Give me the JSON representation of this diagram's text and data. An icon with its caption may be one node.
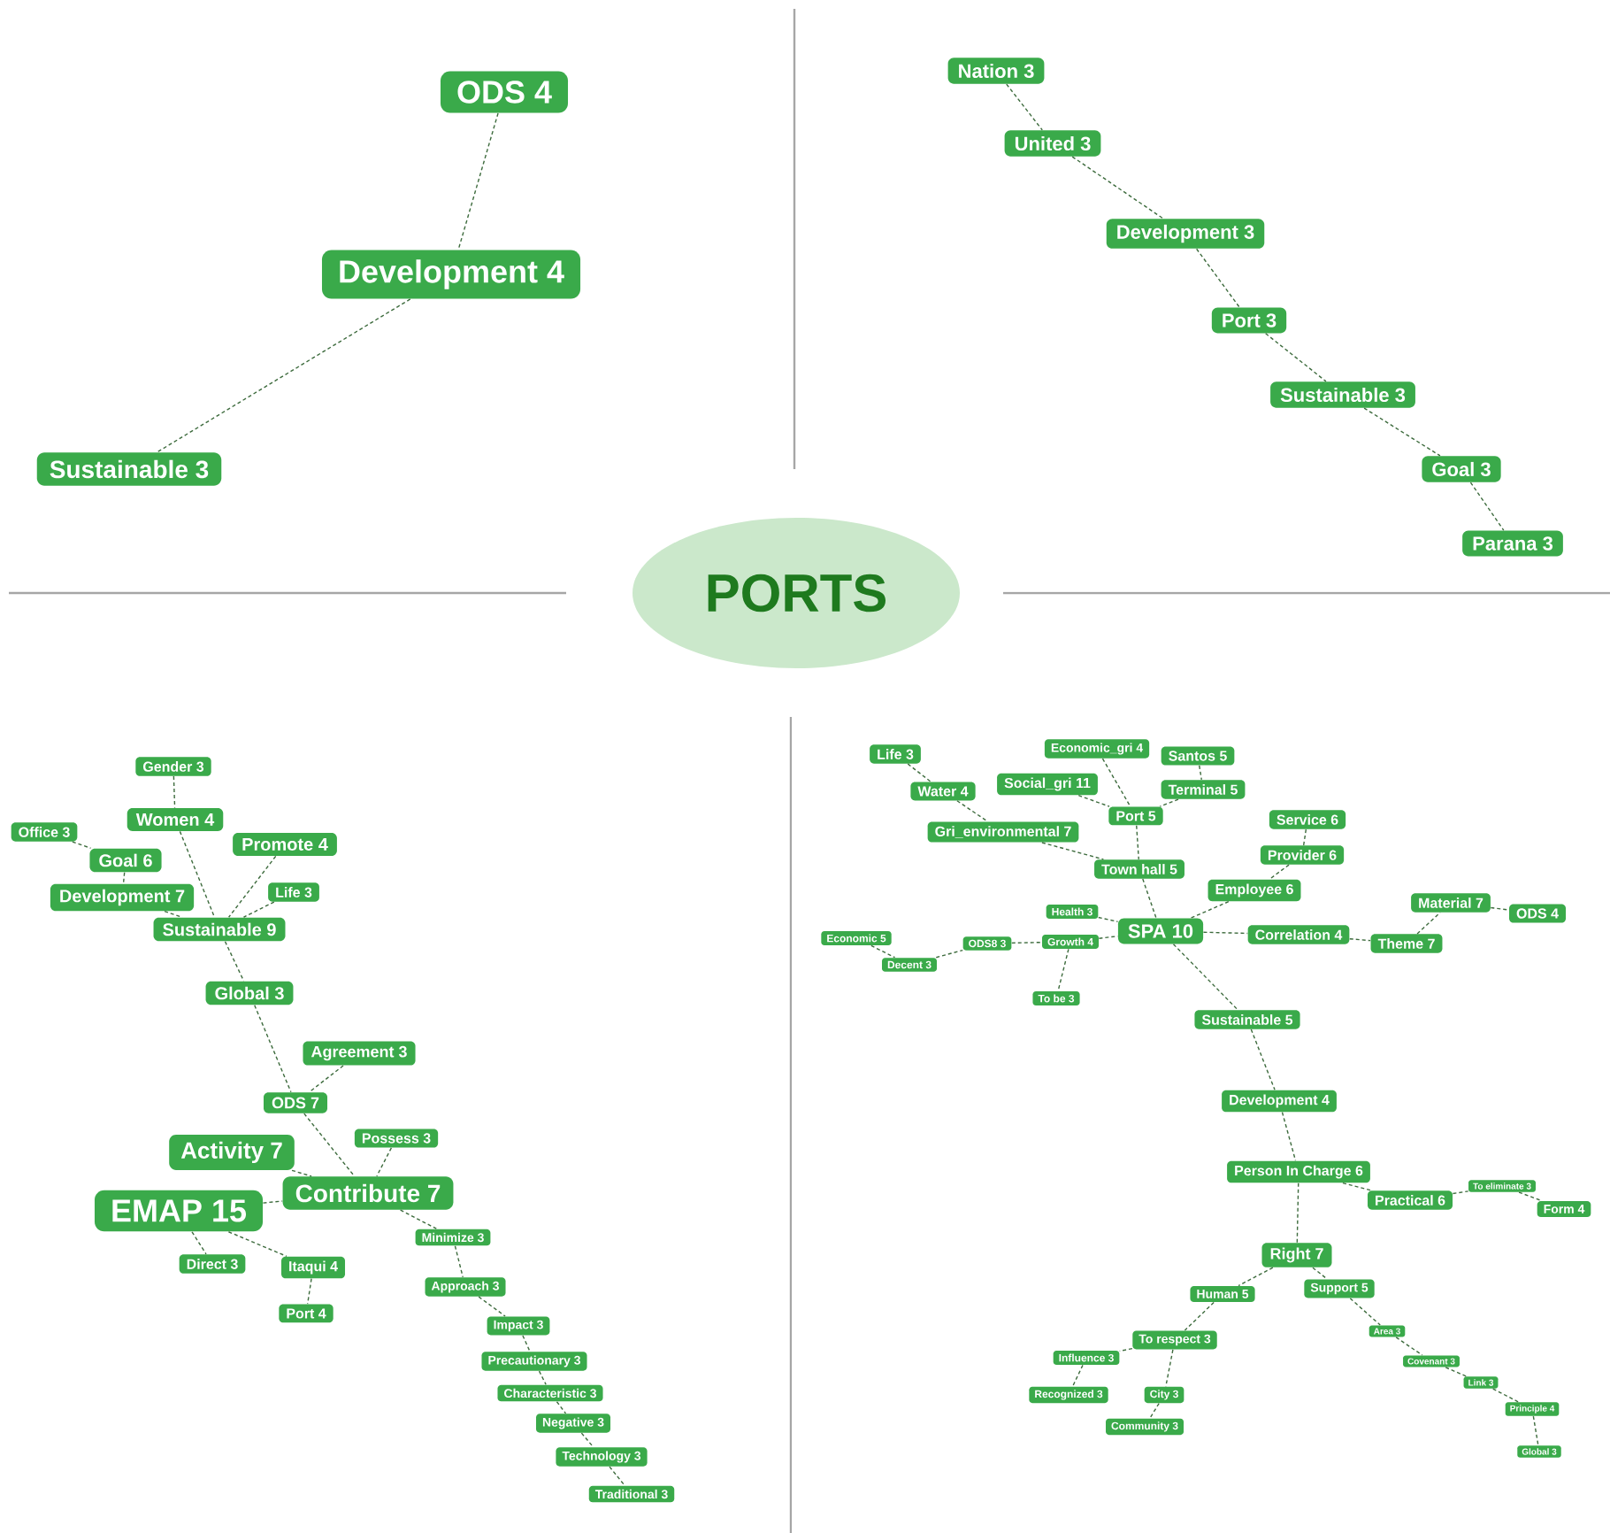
{
  "diagram": {
    "nodes": [
      {
        "text": [
          "PORTS"
        ]
      },
      {
        "text": [
          "ODS 4"
        ]
      },
      {
        "text": [
          "Development 4"
        ]
      },
      {
        "text": [
          "Sustainable 3"
        ]
      },
      {
        "text": [
          "Nation 3"
        ]
      },
      {
        "text": [
          "United 3"
        ]
      },
      {
        "text": [
          "Development 3"
        ]
      },
      {
        "text": [
          "Port 3"
        ]
      },
      {
        "text": [
          "Sustainable 3"
        ]
      },
      {
        "text": [
          "Goal 3"
        ]
      },
      {
        "text": [
          "Parana 3"
        ]
      },
      {
        "text": [
          "Gender 3"
        ]
      },
      {
        "text": [
          "Women 4"
        ]
      },
      {
        "text": [
          "Office 3"
        ]
      },
      {
        "text": [
          "Goal 6"
        ]
      },
      {
        "text": [
          "Promote 4"
        ]
      },
      {
        "text": [
          "Development 7"
        ]
      },
      {
        "text": [
          "Life 3"
        ]
      },
      {
        "text": [
          "Sustainable 9"
        ]
      },
      {
        "text": [
          "Global 3"
        ]
      },
      {
        "text": [
          "Agreement 3"
        ]
      },
      {
        "text": [
          "ODS 7"
        ]
      },
      {
        "text": [
          "Activity 7"
        ]
      },
      {
        "text": [
          "Possess 3"
        ]
      },
      {
        "text": [
          "Contribute 7"
        ]
      },
      {
        "text": [
          "EMAP 15"
        ]
      },
      {
        "text": [
          "Direct 3"
        ]
      },
      {
        "text": [
          "Itaqui 4"
        ]
      },
      {
        "text": [
          "Port 4"
        ]
      },
      {
        "text": [
          "Minimize 3"
        ]
      },
      {
        "text": [
          "Approach 3"
        ]
      },
      {
        "text": [
          "Impact 3"
        ]
      },
      {
        "text": [
          "Precautionary 3"
        ]
      },
      {
        "text": [
          "Characteristic 3"
        ]
      },
      {
        "text": [
          "Negative 3"
        ]
      },
      {
        "text": [
          "Technology 3"
        ]
      },
      {
        "text": [
          "Traditional 3"
        ]
      },
      {
        "text": [
          "Life 3"
        ]
      },
      {
        "text": [
          "Water 4"
        ]
      },
      {
        "text": [
          "Economic_gri 4"
        ]
      },
      {
        "text": [
          "Santos 5"
        ]
      },
      {
        "text": [
          "Social_gri 11"
        ]
      },
      {
        "text": [
          "Terminal 5"
        ]
      },
      {
        "text": [
          "Port 5"
        ]
      },
      {
        "text": [
          "Gri_environmental 7"
        ]
      },
      {
        "text": [
          "Service 6"
        ]
      },
      {
        "text": [
          "Town hall 5"
        ]
      },
      {
        "text": [
          "Provider 6"
        ]
      },
      {
        "text": [
          "Employee 6"
        ]
      },
      {
        "text": [
          "Health 3"
        ]
      },
      {
        "text": [
          "SPA 10"
        ]
      },
      {
        "text": [
          "Correlation 4"
        ]
      },
      {
        "text": [
          "Material 7"
        ]
      },
      {
        "text": [
          "ODS 4"
        ]
      },
      {
        "text": [
          "Theme 7"
        ]
      },
      {
        "text": [
          "Economic 5"
        ]
      },
      {
        "text": [
          "ODS8 3"
        ]
      },
      {
        "text": [
          "Growth 4"
        ]
      },
      {
        "text": [
          "Decent 3"
        ]
      },
      {
        "text": [
          "To be 3"
        ]
      },
      {
        "text": [
          "Sustainable 5"
        ]
      },
      {
        "text": [
          "Development 4"
        ]
      },
      {
        "text": [
          "Person In Charge 6"
        ]
      },
      {
        "text": [
          "Practical 6"
        ]
      },
      {
        "text": [
          "To eliminate 3"
        ]
      },
      {
        "text": [
          "Form 4"
        ]
      },
      {
        "text": [
          "Right 7"
        ]
      },
      {
        "text": [
          "Human 5"
        ]
      },
      {
        "text": [
          "Support 5"
        ]
      },
      {
        "text": [
          "To respect 3"
        ]
      },
      {
        "text": [
          "Influence 3"
        ]
      },
      {
        "text": [
          "Area 3"
        ]
      },
      {
        "text": [
          "Covenant 3"
        ]
      },
      {
        "text": [
          "Recognized 3"
        ]
      },
      {
        "text": [
          "City 3"
        ]
      },
      {
        "text": [
          "Link 3"
        ]
      },
      {
        "text": [
          "Community 3"
        ]
      },
      {
        "text": [
          "Principle 4"
        ]
      },
      {
        "text": [
          "Global 3"
        ]
      }
    ],
    "edges": [
      {
        "from": 1,
        "to": 2,
        "arrow": "none"
      },
      {
        "from": 2,
        "to": 3,
        "arrow": "none"
      },
      {
        "from": 4,
        "to": 5,
        "arrow": "none"
      },
      {
        "from": 5,
        "to": 6,
        "arrow": "none"
      },
      {
        "from": 6,
        "to": 7,
        "arrow": "none"
      },
      {
        "from": 7,
        "to": 8,
        "arrow": "none"
      },
      {
        "from": 8,
        "to": 9,
        "arrow": "none"
      },
      {
        "from": 9,
        "to": 10,
        "arrow": "none"
      },
      {
        "from": 11,
        "to": 12,
        "arrow": "none"
      },
      {
        "from": 12,
        "to": 18,
        "arrow": "none"
      },
      {
        "from": 13,
        "to": 14,
        "arrow": "none"
      },
      {
        "from": 14,
        "to": 16,
        "arrow": "none"
      },
      {
        "from": 16,
        "to": 18,
        "arrow": "none"
      },
      {
        "from": 15,
        "to": 18,
        "arrow": "none"
      },
      {
        "from": 17,
        "to": 18,
        "arrow": "none"
      },
      {
        "from": 18,
        "to": 19,
        "arrow": "none"
      },
      {
        "from": 19,
        "to": 21,
        "arrow": "none"
      },
      {
        "from": 20,
        "to": 21,
        "arrow": "none"
      },
      {
        "from": 21,
        "to": 24,
        "arrow": "none"
      },
      {
        "from": 22,
        "to": 24,
        "arrow": "none"
      },
      {
        "from": 23,
        "to": 24,
        "arrow": "none"
      },
      {
        "from": 25,
        "to": 24,
        "arrow": "none"
      },
      {
        "from": 25,
        "to": 26,
        "arrow": "none"
      },
      {
        "from": 25,
        "to": 27,
        "arrow": "none"
      },
      {
        "from": 27,
        "to": 28,
        "arrow": "none"
      },
      {
        "from": 24,
        "to": 29,
        "arrow": "none"
      },
      {
        "from": 29,
        "to": 30,
        "arrow": "none"
      },
      {
        "from": 30,
        "to": 31,
        "arrow": "none"
      },
      {
        "from": 31,
        "to": 32,
        "arrow": "none"
      },
      {
        "from": 32,
        "to": 33,
        "arrow": "none"
      },
      {
        "from": 33,
        "to": 34,
        "arrow": "none"
      },
      {
        "from": 34,
        "to": 35,
        "arrow": "none"
      },
      {
        "from": 35,
        "to": 36,
        "arrow": "none"
      },
      {
        "from": 37,
        "to": 38,
        "arrow": "none"
      },
      {
        "from": 38,
        "to": 44,
        "arrow": "none"
      },
      {
        "from": 44,
        "to": 46,
        "arrow": "none"
      },
      {
        "from": 39,
        "to": 43,
        "arrow": "none"
      },
      {
        "from": 40,
        "to": 42,
        "arrow": "none"
      },
      {
        "from": 41,
        "to": 43,
        "arrow": "none"
      },
      {
        "from": 42,
        "to": 43,
        "arrow": "none"
      },
      {
        "from": 43,
        "to": 46,
        "arrow": "none"
      },
      {
        "from": 46,
        "to": 50,
        "arrow": "none"
      },
      {
        "from": 45,
        "to": 47,
        "arrow": "none"
      },
      {
        "from": 47,
        "to": 48,
        "arrow": "none"
      },
      {
        "from": 48,
        "to": 50,
        "arrow": "none"
      },
      {
        "from": 49,
        "to": 50,
        "arrow": "none"
      },
      {
        "from": 50,
        "to": 51,
        "arrow": "none"
      },
      {
        "from": 51,
        "to": 54,
        "arrow": "none"
      },
      {
        "from": 54,
        "to": 52,
        "arrow": "none"
      },
      {
        "from": 52,
        "to": 53,
        "arrow": "none"
      },
      {
        "from": 57,
        "to": 50,
        "arrow": "none"
      },
      {
        "from": 56,
        "to": 57,
        "arrow": "none"
      },
      {
        "from": 58,
        "to": 56,
        "arrow": "none"
      },
      {
        "from": 55,
        "to": 58,
        "arrow": "none"
      },
      {
        "from": 57,
        "to": 59,
        "arrow": "none"
      },
      {
        "from": 50,
        "to": 60,
        "arrow": "none"
      },
      {
        "from": 60,
        "to": 61,
        "arrow": "none"
      },
      {
        "from": 61,
        "to": 62,
        "arrow": "none"
      },
      {
        "from": 62,
        "to": 66,
        "arrow": "none"
      },
      {
        "from": 62,
        "to": 63,
        "arrow": "none"
      },
      {
        "from": 63,
        "to": 64,
        "arrow": "none"
      },
      {
        "from": 64,
        "to": 65,
        "arrow": "none"
      },
      {
        "from": 66,
        "to": 67,
        "arrow": "none"
      },
      {
        "from": 66,
        "to": 68,
        "arrow": "none"
      },
      {
        "from": 67,
        "to": 69,
        "arrow": "none"
      },
      {
        "from": 69,
        "to": 70,
        "arrow": "none"
      },
      {
        "from": 70,
        "to": 73,
        "arrow": "none"
      },
      {
        "from": 69,
        "to": 74,
        "arrow": "none"
      },
      {
        "from": 74,
        "to": 76,
        "arrow": "none"
      },
      {
        "from": 68,
        "to": 71,
        "arrow": "none"
      },
      {
        "from": 71,
        "to": 72,
        "arrow": "none"
      },
      {
        "from": 72,
        "to": 75,
        "arrow": "none"
      },
      {
        "from": 75,
        "to": 77,
        "arrow": "none"
      },
      {
        "from": 77,
        "to": 78,
        "arrow": "none"
      }
    ]
  }
}
